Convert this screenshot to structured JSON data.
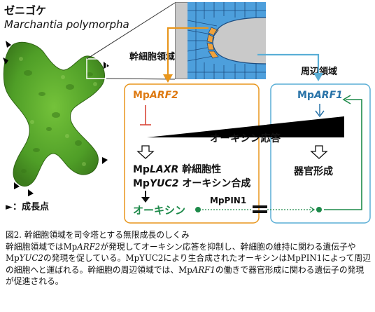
{
  "species": {
    "japanese_name": "ゼニゴケ",
    "latin_name": "Marchantia polymorpha"
  },
  "regions": {
    "stem_cell": "幹細胞領域",
    "peripheral": "周辺領域"
  },
  "legend": {
    "growth_point": "►：成長点"
  },
  "left_panel": {
    "gene_prefix": "Mp",
    "gene_italic": "ARF2",
    "line1_prefix": "Mp",
    "line1_italic": "LAXR",
    "line1_suffix": " 幹細胞性",
    "line2_prefix": "Mp",
    "line2_italic": "YUC2",
    "line2_suffix": " オーキシン合成",
    "auxin": "オーキシン"
  },
  "right_panel": {
    "gene_prefix": "Mp",
    "gene_italic": "ARF1",
    "organ_formation": "器官形成"
  },
  "gradient": {
    "label": "オーキシン応答"
  },
  "transporter": {
    "label": "MpPIN1"
  },
  "colors": {
    "stem_orange": "#e8961d",
    "peripheral_blue": "#5aaed6",
    "auxin_green": "#1e8a4a",
    "repression_red": "#d9473a",
    "cell_blue": "#4d9fdc",
    "cell_orange": "#f0a23c",
    "thallus_green": "#55a72a"
  },
  "caption": {
    "title": "図2. 幹細胞領域を司令塔とする無限成長のしくみ",
    "s1_a": "幹細胞領域ではMp",
    "s1_b": "ARF2",
    "s1_c": "が発現してオーキシン応答を抑制し、幹細胞の維持に関わる遺伝子",
    "s2_a": "やMp",
    "s2_b": "YUC2",
    "s2_c": "の発現を促している。MpYUC2により生合成されたオーキシンはMpPIN1によって周辺の細胞へと運ばれる。幹細胞の周辺領域では、Mp",
    "s2_d": "ARF1",
    "s2_e": "の働きで器官形成に関わる遺伝子の発現が促進される。"
  }
}
